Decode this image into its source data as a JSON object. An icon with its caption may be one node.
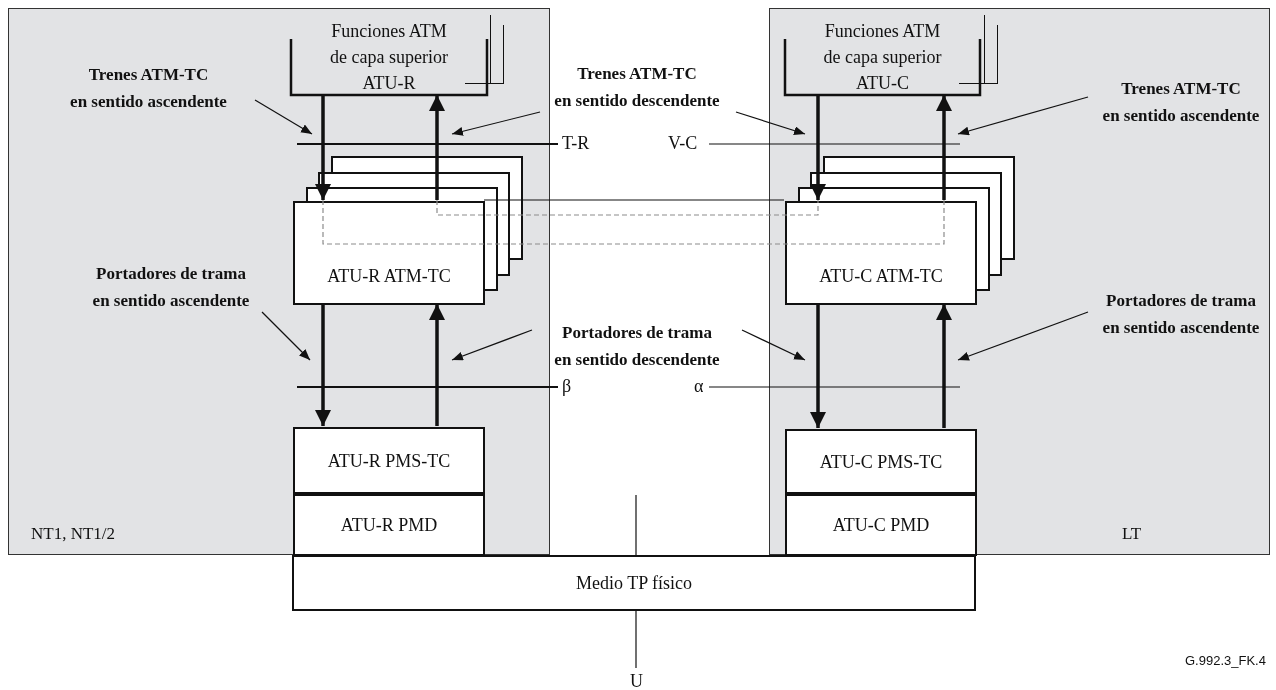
{
  "diagram": {
    "nodes": [
      {
        "text": [
          "NT1, NT1/2"
        ]
      },
      {
        "text": [
          "LT"
        ]
      },
      {
        "text": [
          "Funciones ATM de capa superior ATU-R"
        ],
        "in": 0
      },
      {
        "text": [
          "ATU-R ATM-TC"
        ],
        "in": 0
      },
      {
        "text": [
          "ATU-R PMS-TC"
        ],
        "in": 0
      },
      {
        "text": [
          "ATU-R PMD"
        ],
        "in": 0
      },
      {
        "text": [
          "Funciones ATM de capa superior ATU-C"
        ],
        "in": 1
      },
      {
        "text": [
          "ATU-C ATM-TC"
        ],
        "in": 1
      },
      {
        "text": [
          "ATU-C PMS-TC"
        ],
        "in": 1
      },
      {
        "text": [
          "ATU-C PMD"
        ],
        "in": 1
      },
      {
        "text": [
          "Medio TP físico"
        ]
      },
      {
        "text": [
          "Trenes ATM-TC en sentido ascendente"
        ],
        "in": 0
      },
      {
        "text": [
          "Trenes ATM-TC en sentido descendente"
        ]
      },
      {
        "text": [
          "Trenes ATM-TC en sentido ascendente"
        ],
        "in": 1
      },
      {
        "text": [
          "Portadores de trama en sentido ascendente"
        ],
        "in": 0
      },
      {
        "text": [
          "Portadores de trama en sentido descendente"
        ]
      },
      {
        "text": [
          "Portadores de trama en sentido ascendente"
        ],
        "in": 1
      }
    ],
    "edges": [
      {
        "from": 2,
        "to": 3,
        "arrow": "to",
        "style": "thick"
      },
      {
        "from": 3,
        "to": 2,
        "arrow": "to",
        "style": "thick"
      },
      {
        "from": 3,
        "to": 4,
        "arrow": "to",
        "style": "thick"
      },
      {
        "from": 4,
        "to": 3,
        "arrow": "to",
        "style": "thick"
      },
      {
        "from": 6,
        "to": 7,
        "arrow": "to",
        "style": "thick"
      },
      {
        "from": 7,
        "to": 6,
        "arrow": "to",
        "style": "thick"
      },
      {
        "from": 7,
        "to": 8,
        "arrow": "to",
        "style": "thick"
      },
      {
        "from": 8,
        "to": 7,
        "arrow": "to",
        "style": "thick"
      },
      {
        "from": 3,
        "to": 7,
        "arrow": "none"
      },
      {
        "from": 3,
        "to": 7,
        "arrow": "none",
        "style": "dashed",
        "color": "#8c8c8c"
      },
      {
        "from": 3,
        "to": 7,
        "arrow": "none",
        "style": "dashed",
        "color": "#8c8c8c"
      },
      {
        "from": 11,
        "to": null,
        "arrow": "to"
      },
      {
        "from": 12,
        "to": null,
        "arrow": "to"
      },
      {
        "from": 12,
        "to": null,
        "arrow": "to"
      },
      {
        "from": 13,
        "to": null,
        "arrow": "to"
      },
      {
        "from": 14,
        "to": null,
        "arrow": "to"
      },
      {
        "from": 15,
        "to": null,
        "arrow": "to"
      },
      {
        "from": 15,
        "to": null,
        "arrow": "to"
      },
      {
        "from": 16,
        "to": null,
        "arrow": "to"
      }
    ],
    "labels": [
      "T-R",
      "V-C",
      "β",
      "α",
      "G.992.3_FK.4",
      "U"
    ]
  }
}
